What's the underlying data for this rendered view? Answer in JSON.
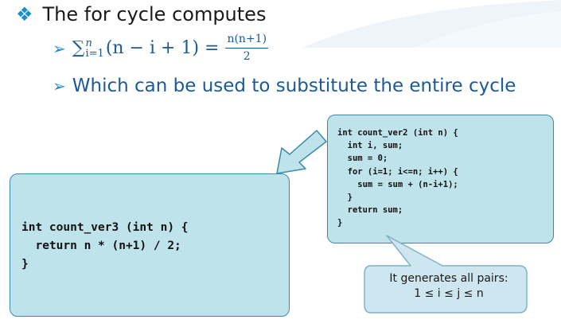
{
  "bullets": {
    "main": "The for cycle computes",
    "formula": {
      "sigma": "∑",
      "upper": "n",
      "lower": "i=1",
      "expr": "(n − i + 1) =",
      "frac_num": "n(n+1)",
      "frac_den": "2"
    },
    "sub2": "Which can be used to substitute the entire cycle"
  },
  "icons": {
    "main_bullet": "diamond-cluster-icon",
    "sub_bullet": "arrowhead-icon"
  },
  "code_left": "int count_ver3 (int n) {\n  return n * (n+1) / 2;\n}",
  "code_right": "int count_ver2 (int n) {\n  int i, sum;\n  sum = 0;\n  for (i=1; i<=n; i++) {\n    sum = sum + (n-i+1);\n  }\n  return sum;\n}",
  "callout": {
    "line1": "It generates all pairs:",
    "line2": "1 ≤ i ≤ j ≤ n"
  },
  "colors": {
    "accent": "#1e8fc6",
    "text_blue": "#1a5a96",
    "box_fill": "#bfe3ea",
    "box_border": "#3b8aa5",
    "callout_fill": "#cde6ef"
  }
}
